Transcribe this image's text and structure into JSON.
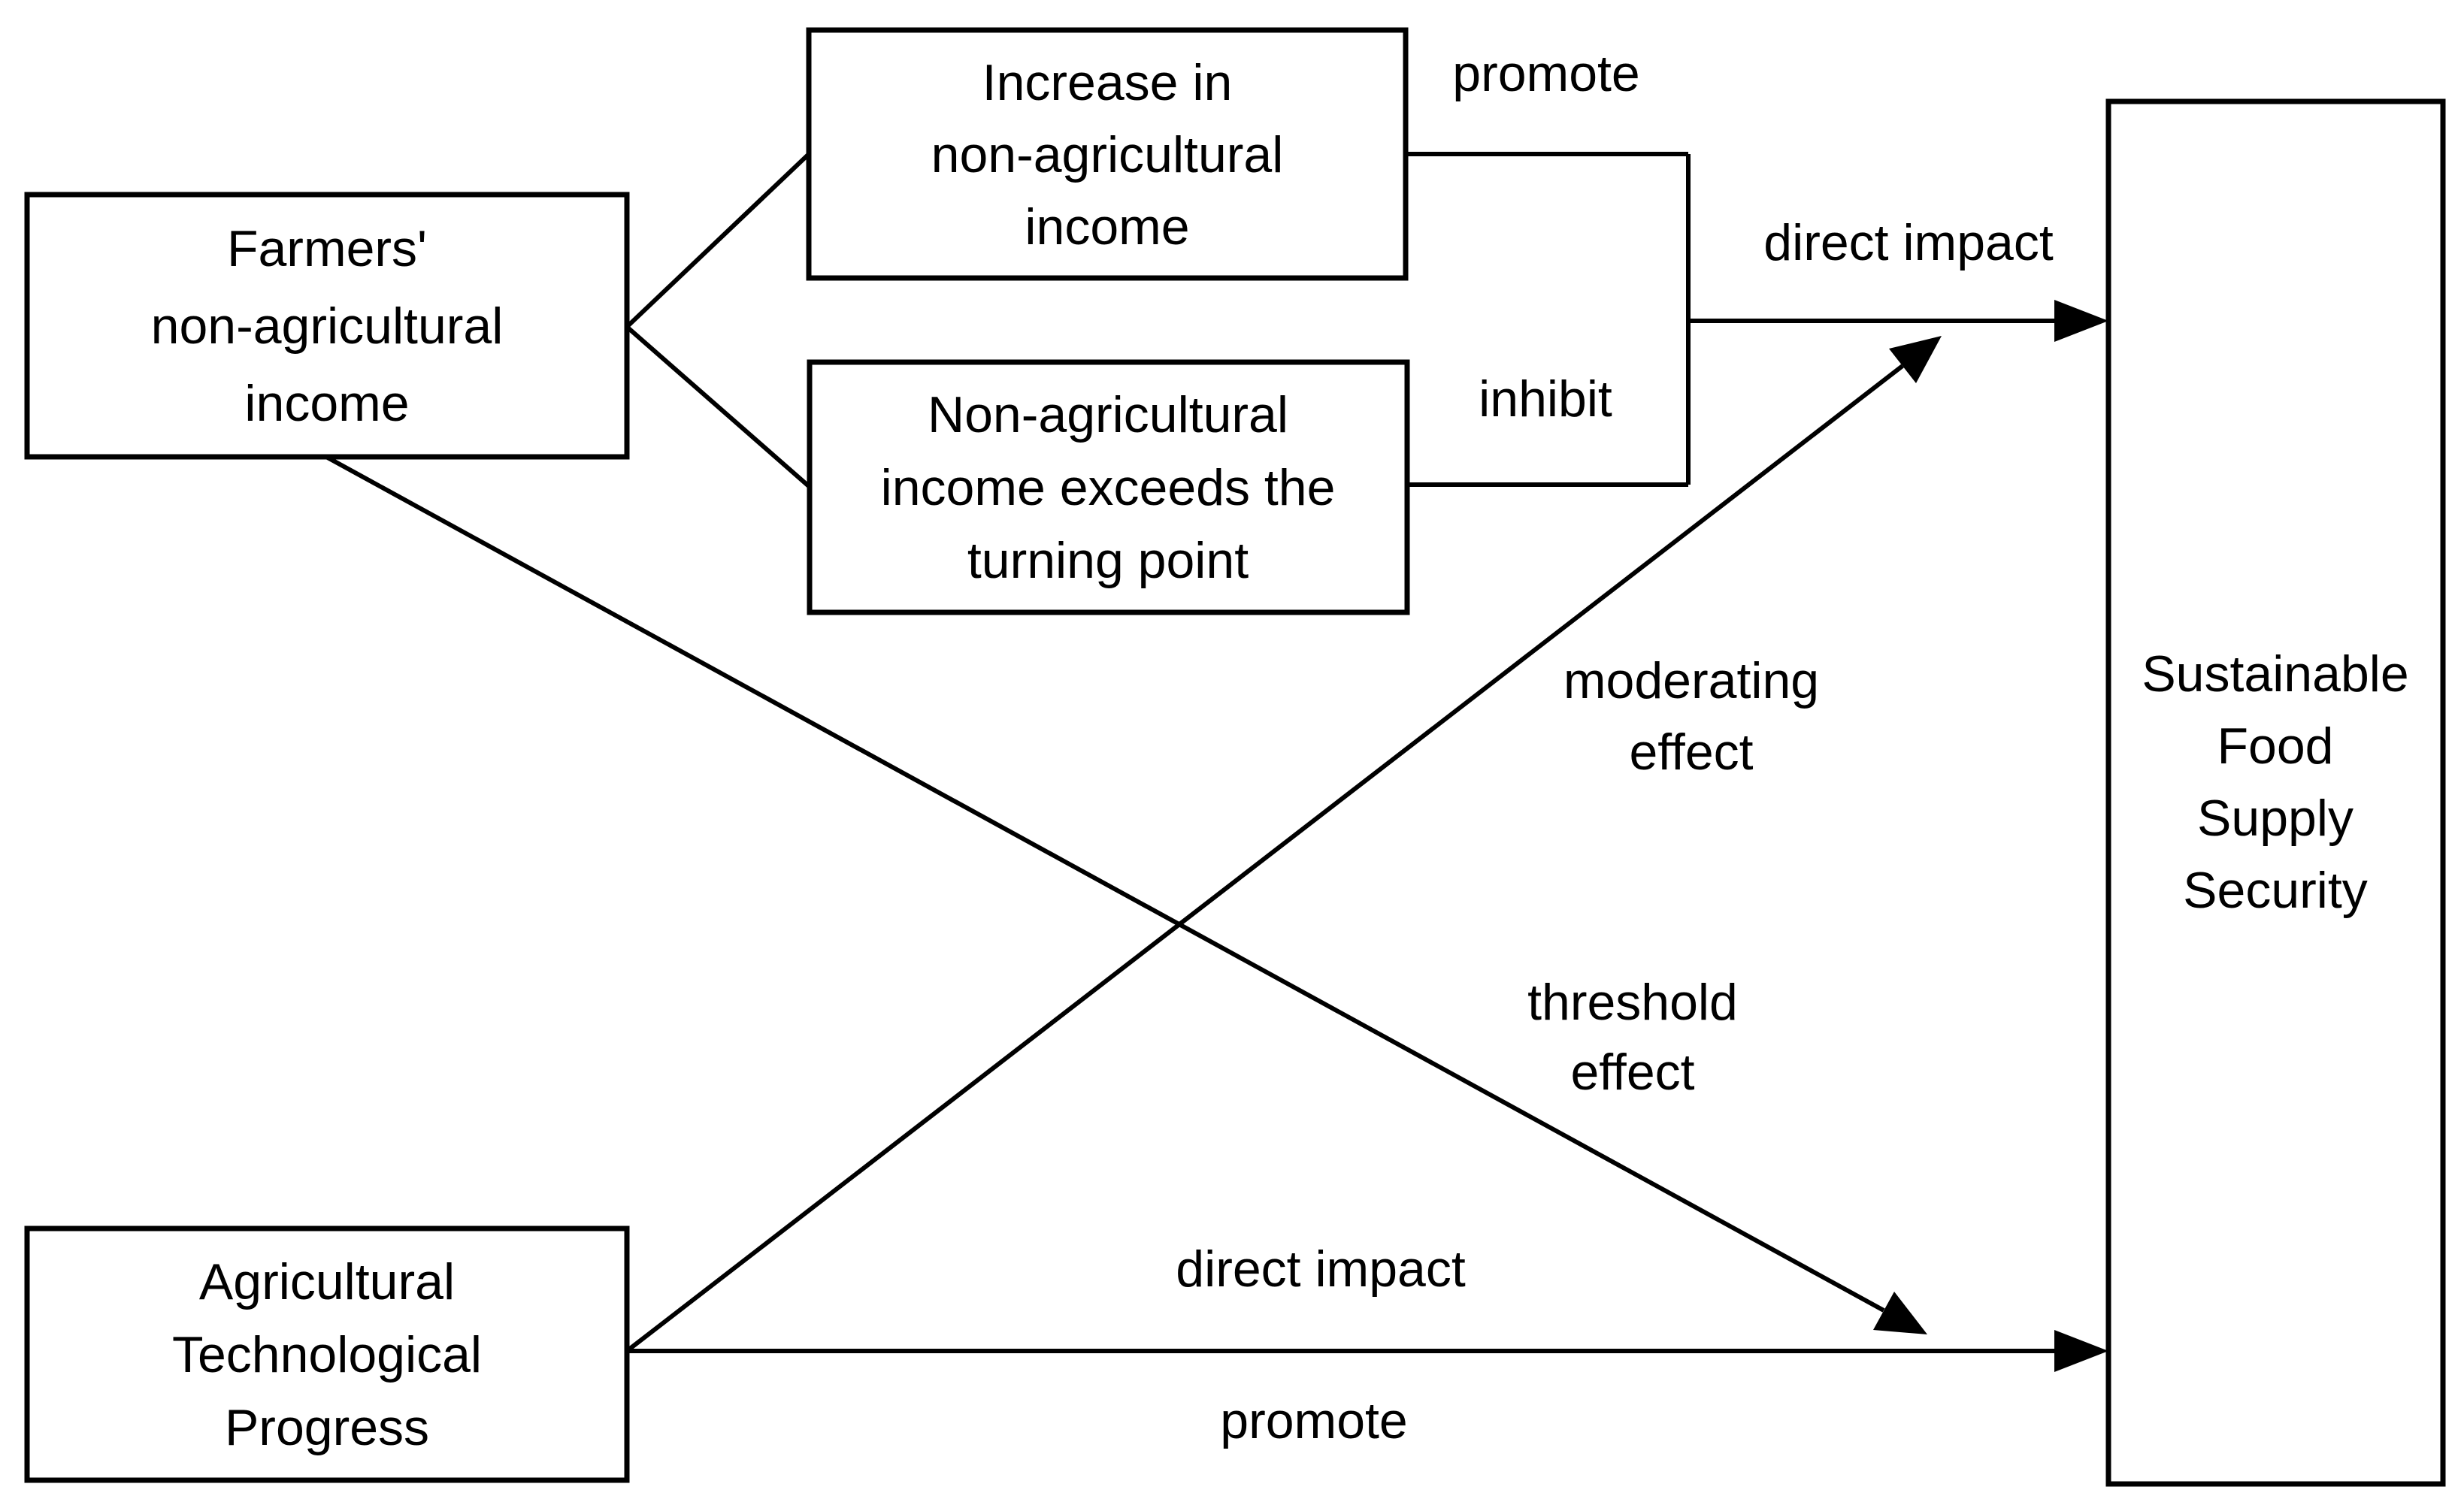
{
  "colors": {
    "ink": "#000000",
    "paper": "#ffffff"
  },
  "boxes": {
    "farmers_income": {
      "lines": [
        "Farmers'",
        "non-agricultural",
        "income"
      ]
    },
    "increase_income": {
      "lines": [
        "Increase in",
        "non-agricultural",
        "income"
      ]
    },
    "income_exceeds": {
      "lines": [
        "Non-agricultural",
        "income exceeds the",
        "turning point"
      ]
    },
    "agri_tech": {
      "lines": [
        "Agricultural",
        "Technological",
        "Progress"
      ]
    },
    "food_security": {
      "lines": [
        "Sustainable",
        "Food",
        "Supply",
        "Security"
      ]
    }
  },
  "edge_labels": {
    "promote_top": "promote",
    "direct_impact_top": "direct impact",
    "inhibit": "inhibit",
    "moderating_effect": {
      "lines": [
        "moderating",
        "effect"
      ]
    },
    "threshold_effect": {
      "lines": [
        "threshold",
        "effect"
      ]
    },
    "direct_impact_bottom": "direct impact",
    "promote_bottom": "promote"
  }
}
